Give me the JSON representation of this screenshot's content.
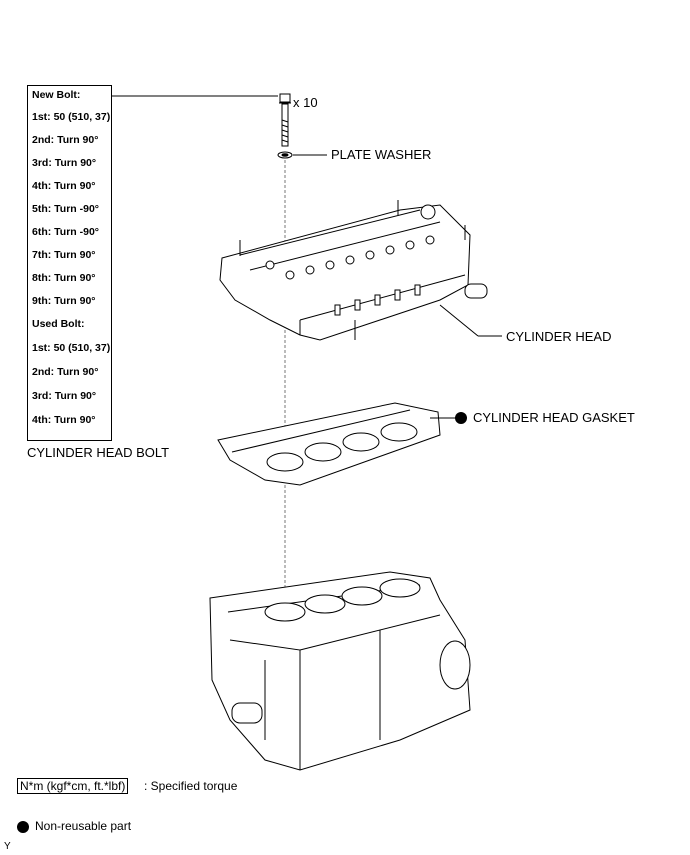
{
  "torque_spec": {
    "title": "New Bolt:",
    "new_bolt": [
      "1st: 50 (510, 37)",
      "2nd: Turn 90°",
      "3rd: Turn 90°",
      "4th: Turn 90°",
      "5th: Turn -90°",
      "6th: Turn -90°",
      "7th: Turn 90°",
      "8th: Turn 90°",
      "9th: Turn 90°"
    ],
    "used_title": "Used Bolt:",
    "used_bolt": [
      "1st: 50 (510, 37)",
      "2nd: Turn 90°",
      "3rd: Turn 90°",
      "4th: Turn 90°"
    ]
  },
  "labels": {
    "bolt_qty": "x 10",
    "plate_washer": "PLATE WASHER",
    "cylinder_head": "CYLINDER HEAD",
    "gasket": "CYLINDER HEAD GASKET",
    "head_bolt": "CYLINDER HEAD BOLT"
  },
  "legend": {
    "torque_unit": "N*m (kgf*cm, ft.*lbf)",
    "torque_desc": ": Specified torque",
    "nonreusable": "Non-reusable part"
  },
  "corner_mark": "Y"
}
